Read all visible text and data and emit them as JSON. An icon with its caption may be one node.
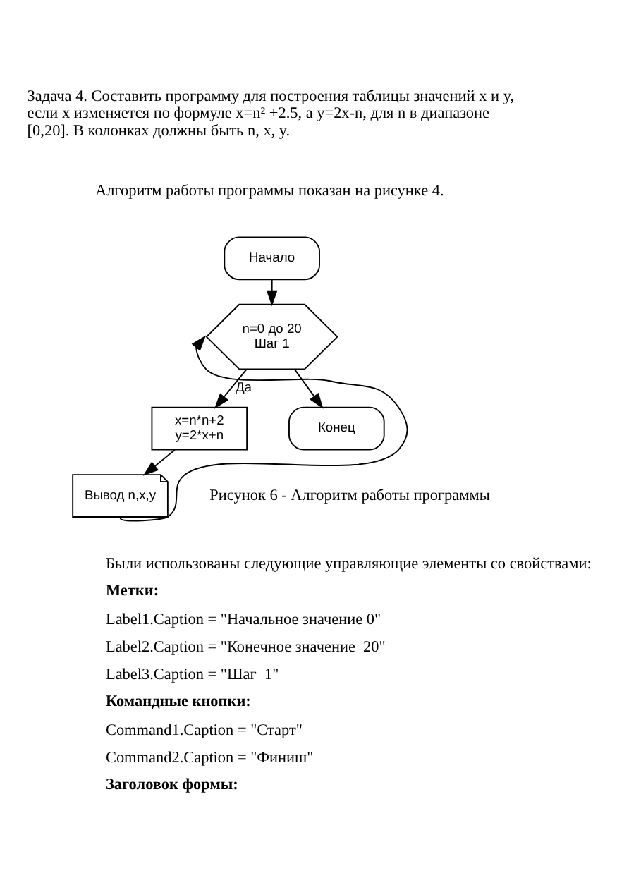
{
  "diagram": {
    "caption": "Рисунок 6 - Алгоритм работы программы",
    "nodes": [
      {
        "text": [
          "Начало"
        ]
      },
      {
        "text": [
          "n=0 до 20 Шаг 1"
        ]
      },
      {
        "text": [
          "x=n*n+2 y=2*x+n"
        ]
      },
      {
        "text": [
          "Вывод n,x,y"
        ]
      },
      {
        "text": [
          "Конец"
        ]
      }
    ],
    "edges": [
      {
        "from": 0,
        "to": 1,
        "arrow": "to"
      },
      {
        "from": 1,
        "to": 2,
        "arrow": "to",
        "label": "Да"
      },
      {
        "from": 2,
        "to": 3,
        "arrow": "to"
      },
      {
        "from": 3,
        "to": 1,
        "arrow": "to"
      },
      {
        "from": 1,
        "to": 4,
        "arrow": "to"
      }
    ],
    "labels": [
      "Задача 4. Составить программу для построения таблицы значений x и y, если x изменяется по формуле x=n² +2.5, а y=2x-n, для n в диапазоне [0,20]. В колонках должны быть n, x, y.",
      "Алгоритм работы программы показан на рисунке 4.",
      "Были использованы следующие управляющие элементы со свойствами:",
      "Метки:",
      "Label1.Caption = \"Начальное значение 0\"",
      "Label2.Caption = \"Конечное значение  20\"",
      "Label3.Caption = \"Шаг  1\"",
      "Командные кнопки:",
      "Command1.Caption = \"Старт\"",
      "Command2.Caption = \"Финиш\"",
      "Заголовок формы:"
    ]
  }
}
